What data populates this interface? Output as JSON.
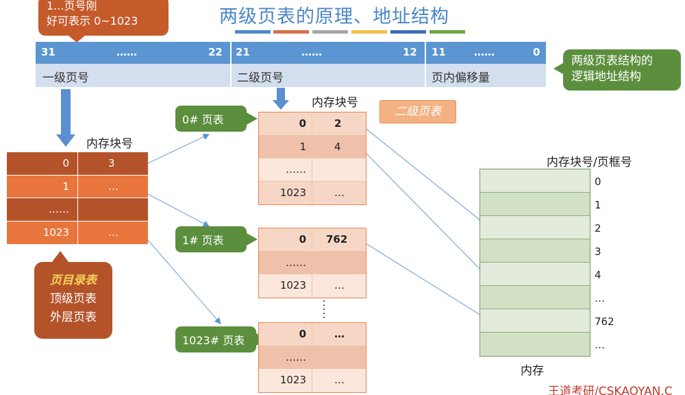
{
  "title": "两级页表的原理、地址结构",
  "color_bars": [
    "#4f89c8",
    "#d6724a",
    "#a6a6a6",
    "#f0c04a",
    "#3f6fb8",
    "#6ea545"
  ],
  "top_callout": {
    "line1": "1...页号刚",
    "line2": "好可表示 0~1023"
  },
  "address": {
    "fields": [
      {
        "bit_hi": "31",
        "dots": "……",
        "bit_lo": "22",
        "label": "一级页号"
      },
      {
        "bit_hi": "21",
        "dots": "……",
        "bit_lo": "12",
        "label": "二级页号"
      },
      {
        "bit_hi": "11",
        "dots": "……",
        "bit_lo": "0",
        "label": "页内偏移量"
      }
    ]
  },
  "logic_callout": {
    "line1": "两级页表结构的",
    "line2": "逻辑地址结构"
  },
  "block_number_label": "内存块号",
  "second_level_label": "二级页表",
  "page_directory": {
    "header": "内存块号",
    "rows": [
      {
        "c1": "0",
        "c2": "3"
      },
      {
        "c1": "1",
        "c2": "…"
      },
      {
        "c1": "……",
        "c2": ""
      },
      {
        "c1": "1023",
        "c2": "…"
      }
    ],
    "callout": {
      "line1": "页目录表",
      "line2": "顶级页表",
      "line3": "外层页表"
    }
  },
  "tables": [
    {
      "tag": "0# 页表",
      "rows": [
        {
          "c1": "0",
          "c2": "2"
        },
        {
          "c1": "1",
          "c2": "4"
        },
        {
          "c1": "……",
          "c2": ""
        },
        {
          "c1": "1023",
          "c2": "…"
        }
      ]
    },
    {
      "tag": "1# 页表",
      "rows": [
        {
          "c1": "0",
          "c2": "762"
        },
        {
          "c1": "……",
          "c2": ""
        },
        {
          "c1": "1023",
          "c2": "…"
        }
      ]
    },
    {
      "tag": "1023# 页表",
      "rows": [
        {
          "c1": "0",
          "c2": "…"
        },
        {
          "c1": "……",
          "c2": ""
        },
        {
          "c1": "1023",
          "c2": "…"
        }
      ]
    }
  ],
  "memory": {
    "header": "内存块号/页框号",
    "rows": [
      "0",
      "1",
      "2",
      "3",
      "4",
      "…",
      "762",
      "…"
    ],
    "label": "内存"
  },
  "footer": "王道考研/CSKAOYAN.C"
}
